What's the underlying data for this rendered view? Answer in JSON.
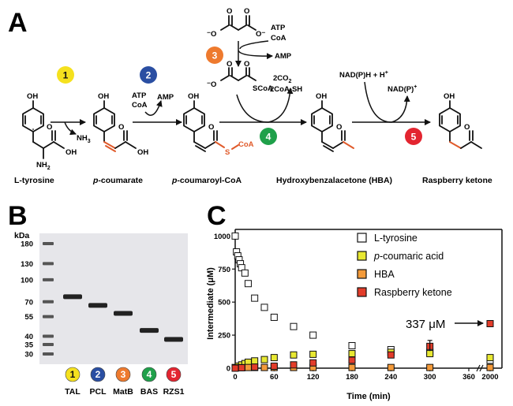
{
  "panel_a": {
    "letter": "A",
    "compounds": [
      {
        "name": "L-tyrosine"
      },
      {
        "name_italic": "p",
        "name_rest": "-coumarate"
      },
      {
        "name_italic": "p",
        "name_rest": "-coumaroyl-CoA"
      },
      {
        "name": "Hydroxybenzalacetone (HBA)"
      },
      {
        "name": "Raspberry ketone"
      }
    ],
    "oh": "OH",
    "nh2": "NH",
    "nh2_sub": "2",
    "cooh_oh": "OH",
    "o_label": "O",
    "s_label": "S",
    "coa_label": "CoA",
    "nh3": "NH",
    "nh3_sub": "3",
    "step2_cofactors": [
      "ATP",
      "CoA"
    ],
    "step2_product": "AMP",
    "step3_cofactors": [
      "ATP",
      "CoA"
    ],
    "step3_product": "AMP",
    "malonyl_o_minus": "O",
    "malonyl_scoa": "SCoA",
    "step4_products": [
      "2CO",
      "2CoA-SH"
    ],
    "step4_co2_sub": "2",
    "step5_cofactor": "NAD(P)H + H",
    "step5_cofactor_sup": "+",
    "step5_product": "NAD(P)",
    "step5_product_sup": "+",
    "enzymes": [
      {
        "num": "1",
        "color": "#f5e11e",
        "text_color": "#111111"
      },
      {
        "num": "2",
        "color": "#2a4ea2",
        "text_color": "#ffffff"
      },
      {
        "num": "3",
        "color": "#ee7a2e",
        "text_color": "#ffffff"
      },
      {
        "num": "4",
        "color": "#1fa04a",
        "text_color": "#ffffff"
      },
      {
        "num": "5",
        "color": "#e32530",
        "text_color": "#ffffff"
      }
    ]
  },
  "panel_b": {
    "letter": "B",
    "kda_label": "kDa",
    "ladder": [
      "180",
      "130",
      "100",
      "70",
      "55",
      "40",
      "35",
      "30"
    ],
    "lanes": [
      {
        "num": "1",
        "name": "TAL",
        "color": "#f5e11e",
        "text_color": "#111111",
        "band_kda": 76
      },
      {
        "num": "2",
        "name": "PCL",
        "color": "#2a4ea2",
        "text_color": "#ffffff",
        "band_kda": 66
      },
      {
        "num": "3",
        "name": "MatB",
        "color": "#ee7a2e",
        "text_color": "#ffffff",
        "band_kda": 58
      },
      {
        "num": "4",
        "name": "BAS",
        "color": "#1fa04a",
        "text_color": "#ffffff",
        "band_kda": 44
      },
      {
        "num": "5",
        "name": "RZS1",
        "color": "#e32530",
        "text_color": "#ffffff",
        "band_kda": 38
      }
    ]
  },
  "panel_c": {
    "letter": "C",
    "annotation": "337 μM",
    "chart_data": {
      "type": "scatter",
      "xlabel": "Time (min)",
      "ylabel": "Intermediate (μM)",
      "x_ticks": [
        "0",
        "60",
        "120",
        "180",
        "240",
        "300",
        "360",
        "2000"
      ],
      "y_ticks": [
        "0",
        "250",
        "500",
        "750",
        "1000"
      ],
      "ylim": [
        0,
        1050
      ],
      "legend_position": "top-right",
      "grid": false,
      "series": [
        {
          "name": "L-tyrosine",
          "color": "#ffffff",
          "x": [
            0,
            2,
            4,
            6,
            8,
            10,
            15,
            20,
            30,
            45,
            60,
            90,
            120,
            180,
            240,
            300,
            2160
          ],
          "y": [
            1000,
            880,
            850,
            820,
            790,
            760,
            720,
            640,
            530,
            460,
            385,
            315,
            250,
            170,
            140,
            120,
            60
          ]
        },
        {
          "name": "p-coumaric acid",
          "name_italic": "p",
          "name_rest": "-coumaric acid",
          "color": "#e8e832",
          "x": [
            0,
            5,
            10,
            15,
            20,
            30,
            45,
            60,
            90,
            120,
            180,
            240,
            300,
            2160
          ],
          "y": [
            5,
            15,
            25,
            35,
            45,
            55,
            65,
            80,
            100,
            105,
            110,
            120,
            110,
            80
          ]
        },
        {
          "name": "HBA",
          "color": "#f39a3a",
          "x": [
            0,
            5,
            10,
            20,
            30,
            45,
            60,
            90,
            120,
            180,
            240,
            300,
            2160
          ],
          "y": [
            2,
            3,
            4,
            5,
            5,
            5,
            5,
            5,
            5,
            5,
            5,
            5,
            5
          ]
        },
        {
          "name": "Raspberry ketone",
          "color": "#e23c2a",
          "x": [
            0,
            10,
            30,
            60,
            90,
            120,
            180,
            240,
            300,
            2160
          ],
          "y": [
            0,
            3,
            8,
            15,
            25,
            40,
            60,
            100,
            165,
            337
          ]
        }
      ]
    }
  }
}
